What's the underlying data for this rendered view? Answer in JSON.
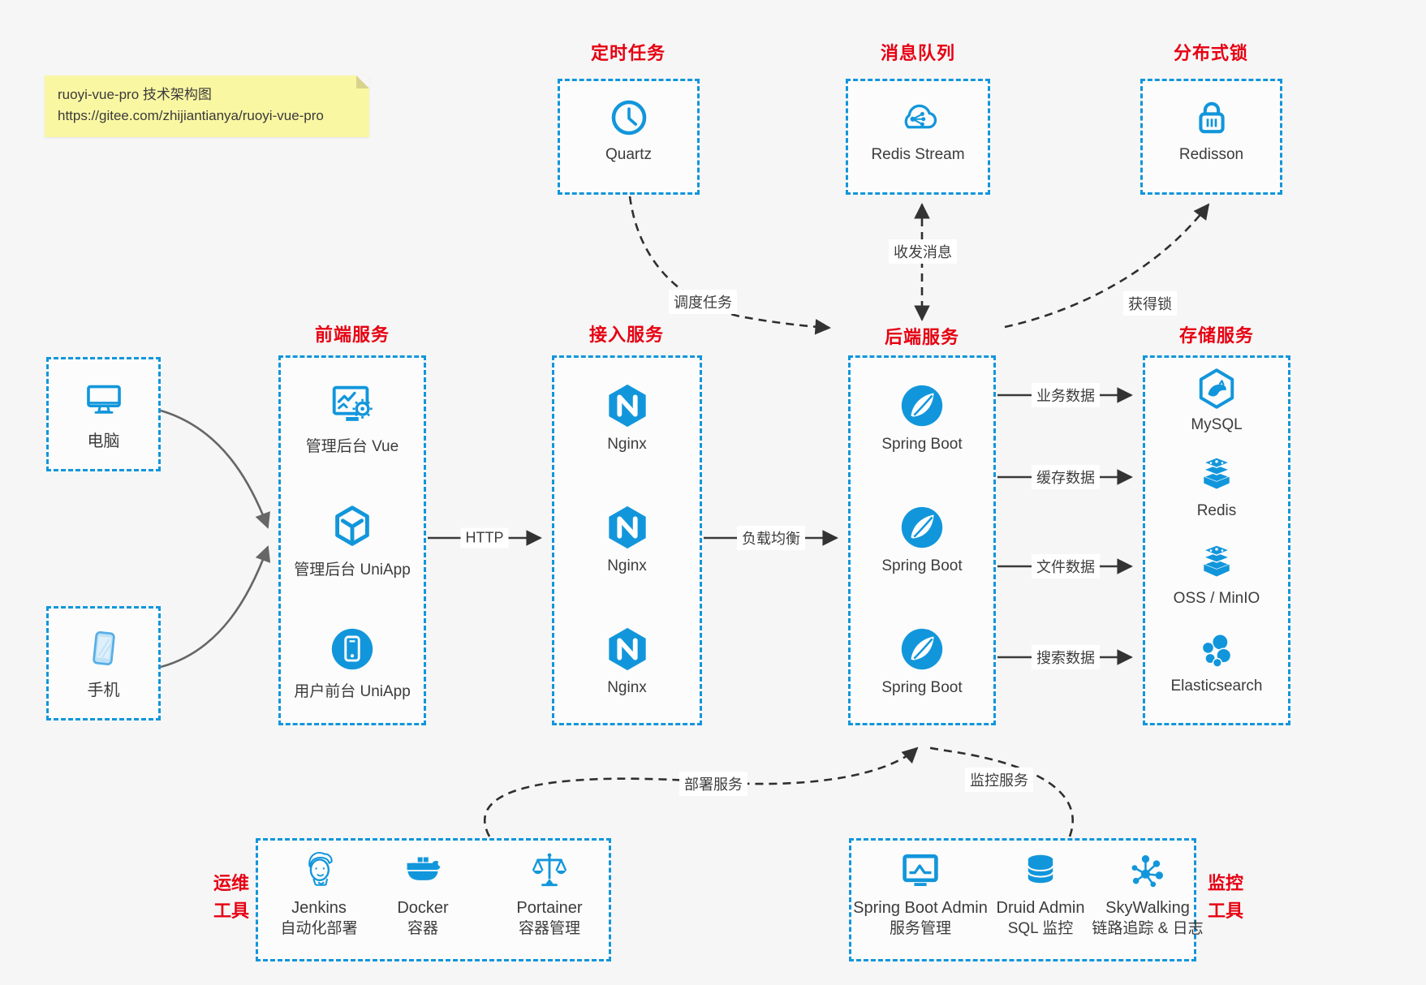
{
  "note": {
    "line1": "ruoyi-vue-pro 技术架构图",
    "line2": "https://gitee.com/zhijiantianya/ruoyi-vue-pro"
  },
  "top": {
    "scheduler": {
      "label": "定时任务",
      "item": {
        "name": "Quartz"
      }
    },
    "mq": {
      "label": "消息队列",
      "item": {
        "name": "Redis Stream"
      }
    },
    "lock": {
      "label": "分布式锁",
      "item": {
        "name": "Redisson"
      }
    }
  },
  "clients": {
    "desktop": {
      "name": "电脑"
    },
    "phone": {
      "name": "手机"
    }
  },
  "frontend": {
    "label": "前端服务",
    "items": [
      {
        "name": "管理后台 Vue"
      },
      {
        "name": "管理后台 UniApp"
      },
      {
        "name": "用户前台 UniApp"
      }
    ]
  },
  "gateway": {
    "label": "接入服务",
    "items": [
      {
        "name": "Nginx"
      },
      {
        "name": "Nginx"
      },
      {
        "name": "Nginx"
      }
    ]
  },
  "backend": {
    "label": "后端服务",
    "items": [
      {
        "name": "Spring Boot"
      },
      {
        "name": "Spring Boot"
      },
      {
        "name": "Spring Boot"
      }
    ]
  },
  "storage": {
    "label": "存储服务",
    "items": [
      {
        "name": "MySQL"
      },
      {
        "name": "Redis"
      },
      {
        "name": "OSS / MinIO"
      },
      {
        "name": "Elasticsearch"
      }
    ]
  },
  "ops": {
    "label_line1": "运维",
    "label_line2": "工具",
    "items": [
      {
        "title": "Jenkins",
        "subtitle": "自动化部署"
      },
      {
        "title": "Docker",
        "subtitle": "容器"
      },
      {
        "title": "Portainer",
        "subtitle": "容器管理"
      }
    ]
  },
  "monitoring": {
    "label_line1": "监控",
    "label_line2": "工具",
    "items": [
      {
        "title": "Spring Boot Admin",
        "subtitle": "服务管理"
      },
      {
        "title": "Druid Admin",
        "subtitle": "SQL 监控"
      },
      {
        "title": "SkyWalking",
        "subtitle": "链路追踪 & 日志"
      }
    ]
  },
  "edges": {
    "http": "HTTP",
    "load_balance": "负载均衡",
    "business_data": "业务数据",
    "cache_data": "缓存数据",
    "file_data": "文件数据",
    "search_data": "搜索数据",
    "schedule_task": "调度任务",
    "send_receive_message": "收发消息",
    "acquire_lock": "获得锁",
    "deploy_service": "部署服务",
    "monitor_service": "监控服务"
  },
  "colors": {
    "accent_blue": "#1296db",
    "label_red": "#e60012",
    "note_bg": "#faf7a3",
    "background": "#f6f6f6",
    "arrow_dark": "#333333",
    "arrow_gray": "#666666"
  }
}
